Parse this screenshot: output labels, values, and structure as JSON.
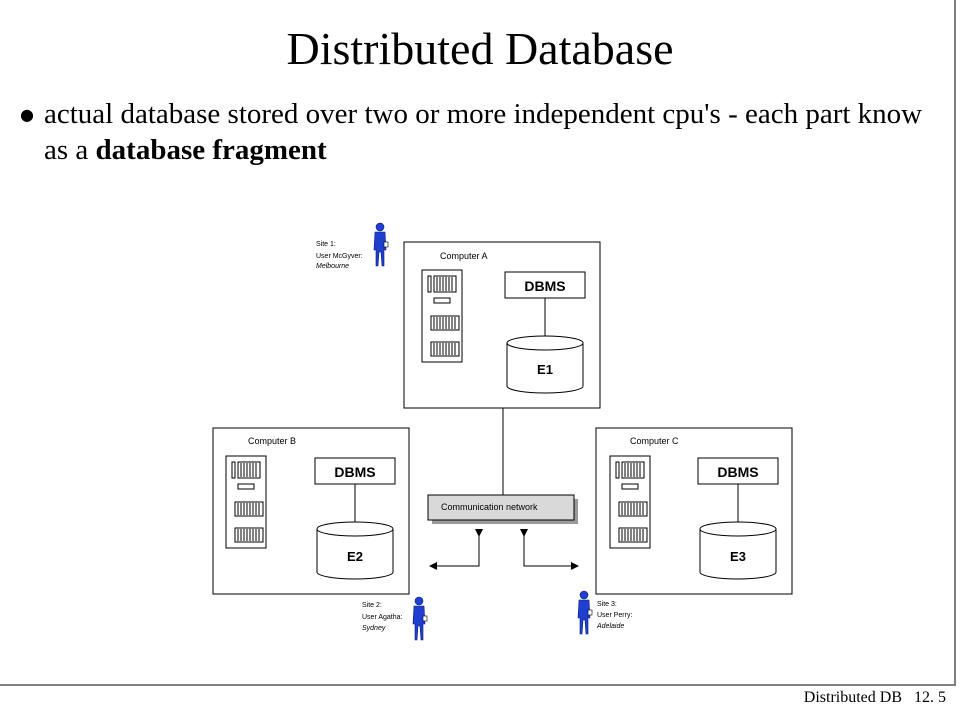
{
  "slide": {
    "title": "Distributed Database",
    "bullet": {
      "text_plain": "actual database stored over two or more independent cpu's - each part know as a ",
      "text_bold": "database fragment"
    },
    "footer": {
      "label": "Distributed DB",
      "page": "12. 5"
    }
  },
  "diagram": {
    "computer_a": {
      "label": "Computer A",
      "dbms": "DBMS",
      "fragment": "E1"
    },
    "computer_b": {
      "label": "Computer B",
      "dbms": "DBMS",
      "fragment": "E2"
    },
    "computer_c": {
      "label": "Computer C",
      "dbms": "DBMS",
      "fragment": "E3"
    },
    "network": "Communication network",
    "site1": {
      "line1": "Site 1:",
      "line2": "User McGyver:",
      "city": "Melbourne"
    },
    "site2": {
      "line1": "Site 2:",
      "line2": "User Agatha:",
      "city": "Sydney"
    },
    "site3": {
      "line1": "Site 3:",
      "line2": "User Perry:",
      "city": "Adelaide"
    },
    "colors": {
      "user_figure": "#1f3fd0",
      "network_box": "#d9d9d9",
      "lines": "#000000"
    }
  }
}
